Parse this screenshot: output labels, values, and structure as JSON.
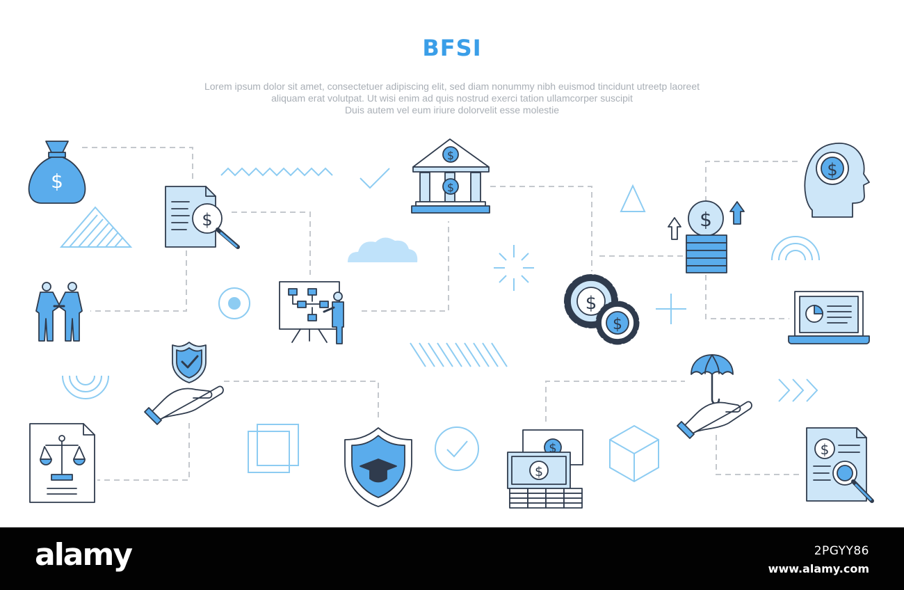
{
  "header": {
    "title": "BFSI",
    "subtitle_lines": [
      "Lorem ipsum dolor sit amet, consectetuer adipiscing elit, sed diam nonummy nibh euismod tincidunt utreetp laoreet",
      "aliquam erat volutpat. Ut wisi enim ad  quis nostrud exerci tation ullamcorper suscipit",
      "Duis autem vel eum iriure dolorvelit esse molestie"
    ]
  },
  "colors": {
    "accent": "#3a9ee8",
    "fill_light": "#cde6f8",
    "fill_mid": "#5aacec",
    "outline": "#2f3b4d",
    "connector": "#c4c8cd",
    "decor": "#8dccf2"
  },
  "icons": [
    "money-bag-icon",
    "financial-document-search-icon",
    "handshake-icon",
    "strategy-presentation-icon",
    "bank-building-icon",
    "coins-growth-icon",
    "finance-mind-icon",
    "dollar-gears-icon",
    "laptop-report-icon",
    "shield-in-hand-icon",
    "law-document-icon",
    "education-shield-icon",
    "banknotes-coins-icon",
    "umbrella-in-hand-icon",
    "invoice-search-icon"
  ],
  "footer": {
    "logo": "alamy",
    "image_id": "2PGYY86",
    "site": "www.alamy.com"
  }
}
